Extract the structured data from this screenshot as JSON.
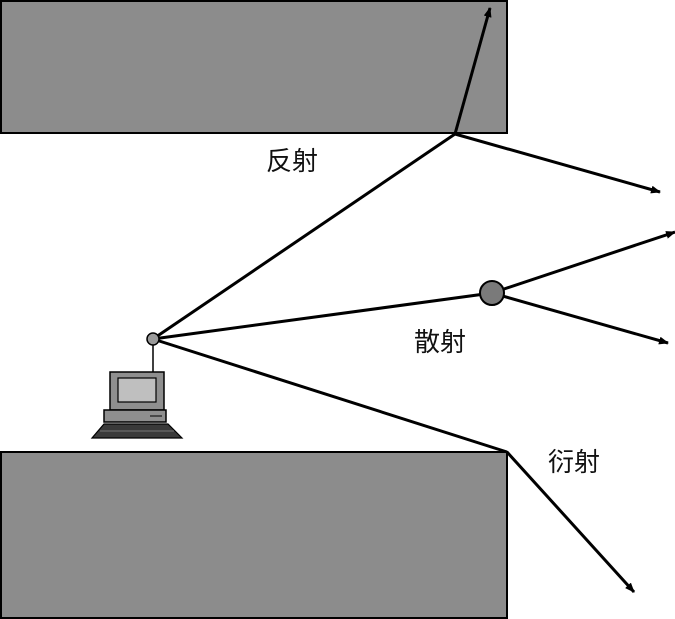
{
  "colors": {
    "wall": "#8c8c8c",
    "stroke": "#000000",
    "scatterer": "#7a7a7a",
    "antenna": "#9a9a9a",
    "monitor": "#8f8f8f",
    "screen": "#bfbfbf"
  },
  "labels": {
    "reflection": "反射",
    "scattering": "散射",
    "diffraction": "衍射"
  }
}
